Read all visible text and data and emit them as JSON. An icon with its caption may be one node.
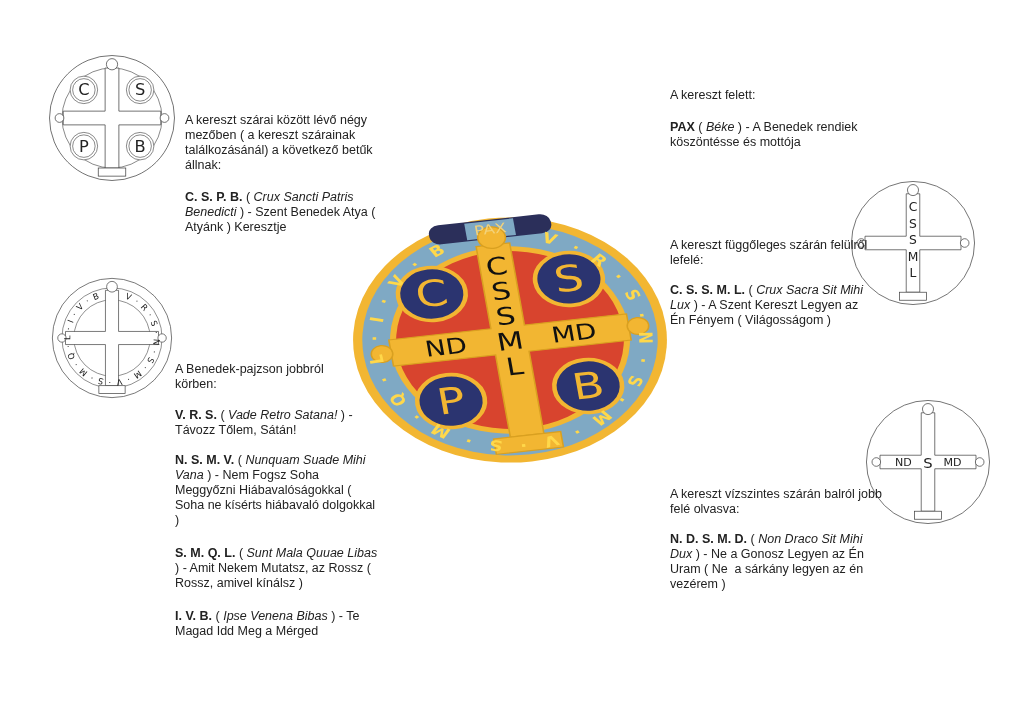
{
  "diagram": {
    "nodes": [
      {
        "text": [
          "C",
          "S",
          "P",
          "B"
        ]
      },
      {
        "text": [
          "CSSML"
        ]
      },
      {
        "text": [
          "V·R·S·N·S·M·V·S·M·Q·L·I·V·B"
        ]
      },
      {
        "text": [
          "PAX",
          "V·R·S·N·S·M·V·S·M·Q·L·I·V·B",
          "C",
          "S",
          "P",
          "B",
          "CSSML",
          "ND",
          "MD"
        ]
      },
      {
        "text": [
          "ND",
          "S",
          "MD"
        ]
      }
    ],
    "edges": [],
    "labels": [
      "A kereszt szárai között lévő négy mezőben ( a kereszt szárainak találkozásánál) a következő betűk állnak:",
      "**C. S. P. B.** ( *Crux Sancti Patris Benedicti* ) - Szent Benedek Atya ( Atyánk ) Keresztje",
      "A kereszt felett:",
      "**PAX** ( *Béke* ) - A Benedek rendiek köszöntésse és mottója",
      "A kereszt függőleges szárán felülről lefelé:",
      "**C. S. S. M. L.** ( *Crux Sacra Sit Mihi Lux* ) - A Szent Kereszt Legyen az Én Fényem ( Világosságom )",
      "A Benedek-pajzson jobbról körben:",
      "**V. R. S.** ( *Vade Retro Satana!* ) - Távozz Tőlem, Sátán!",
      "**N. S. M. V.** ( *Nunquam Suade Mihi Vana* ) - Nem Fogsz Soha Meggyőzni Hiábavalóságokkal ( Soha ne kísérts hiábavaló dolgokkal )",
      "**S. M. Q. L.** ( *Sunt Mala Quuae Libas* ) - Amit Nekem Mutatsz, az Rossz ( Rossz, amivel kínálsz )",
      "**I. V. B.** ( *Ipse Venena Bibas* ) - Te Magad Idd Meg a Mérged",
      "A kereszt vízszintes szárán balról jobb felé olvasva:",
      "**N. D. S. M. D.** ( *Non Draco Sit Mihi Dux* ) - Ne a Gonosz Legyen az Én Uram ( Ne  a sárkány legyen az én vezérem )"
    ]
  }
}
